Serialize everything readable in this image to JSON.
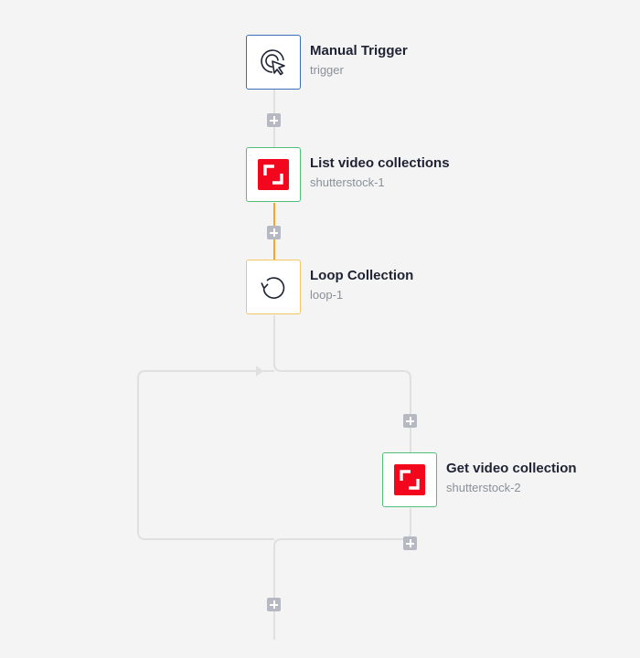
{
  "nodes": {
    "manual_trigger": {
      "title": "Manual Trigger",
      "subtitle": "trigger",
      "icon": "cursor-click-icon"
    },
    "list_video_collections": {
      "title": "List video collections",
      "subtitle": "shutterstock-1",
      "icon": "shutterstock-icon"
    },
    "loop_collection": {
      "title": "Loop Collection",
      "subtitle": "loop-1",
      "icon": "loop-icon"
    },
    "get_video_collection": {
      "title": "Get video collection",
      "subtitle": "shutterstock-2",
      "icon": "shutterstock-icon"
    }
  },
  "colors": {
    "background": "#f4f4f4",
    "connector": "#d9d9d9",
    "connector_active": "#f5a623",
    "trigger_border": "#3a6fb5",
    "app_border": "#4fbf7a",
    "loop_border": "#f5c56a",
    "shutterstock_red": "#f3071d",
    "add_button": "#b7b9c2"
  }
}
